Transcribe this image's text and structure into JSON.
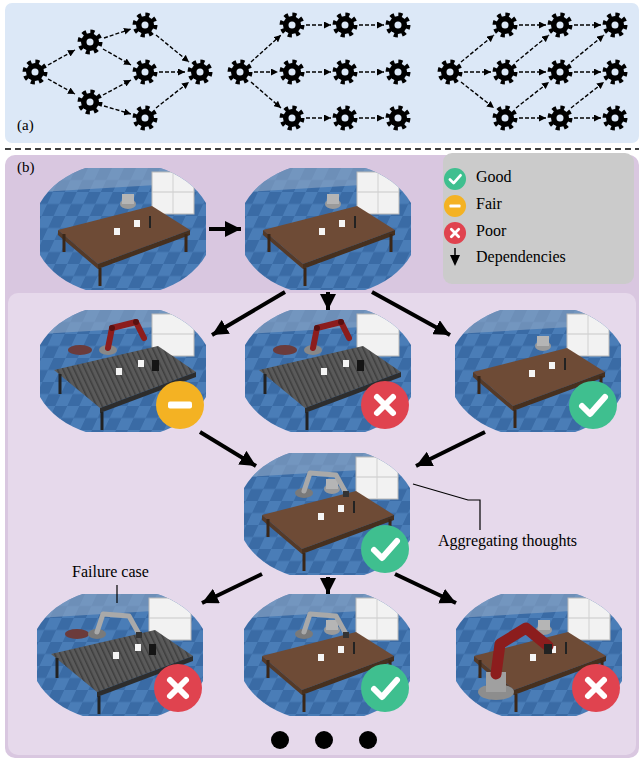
{
  "diagram": {
    "nodes": [
      {
        "text": [
          "(a)"
        ]
      },
      {
        "text": [
          "(b)"
        ]
      }
    ],
    "labels": [
      "Failure case",
      "Aggregating thoughts"
    ],
    "legend": [
      {
        "text": "Good"
      },
      {
        "text": "Fair"
      },
      {
        "text": "Poor"
      },
      {
        "text": "Dependencies"
      }
    ]
  }
}
